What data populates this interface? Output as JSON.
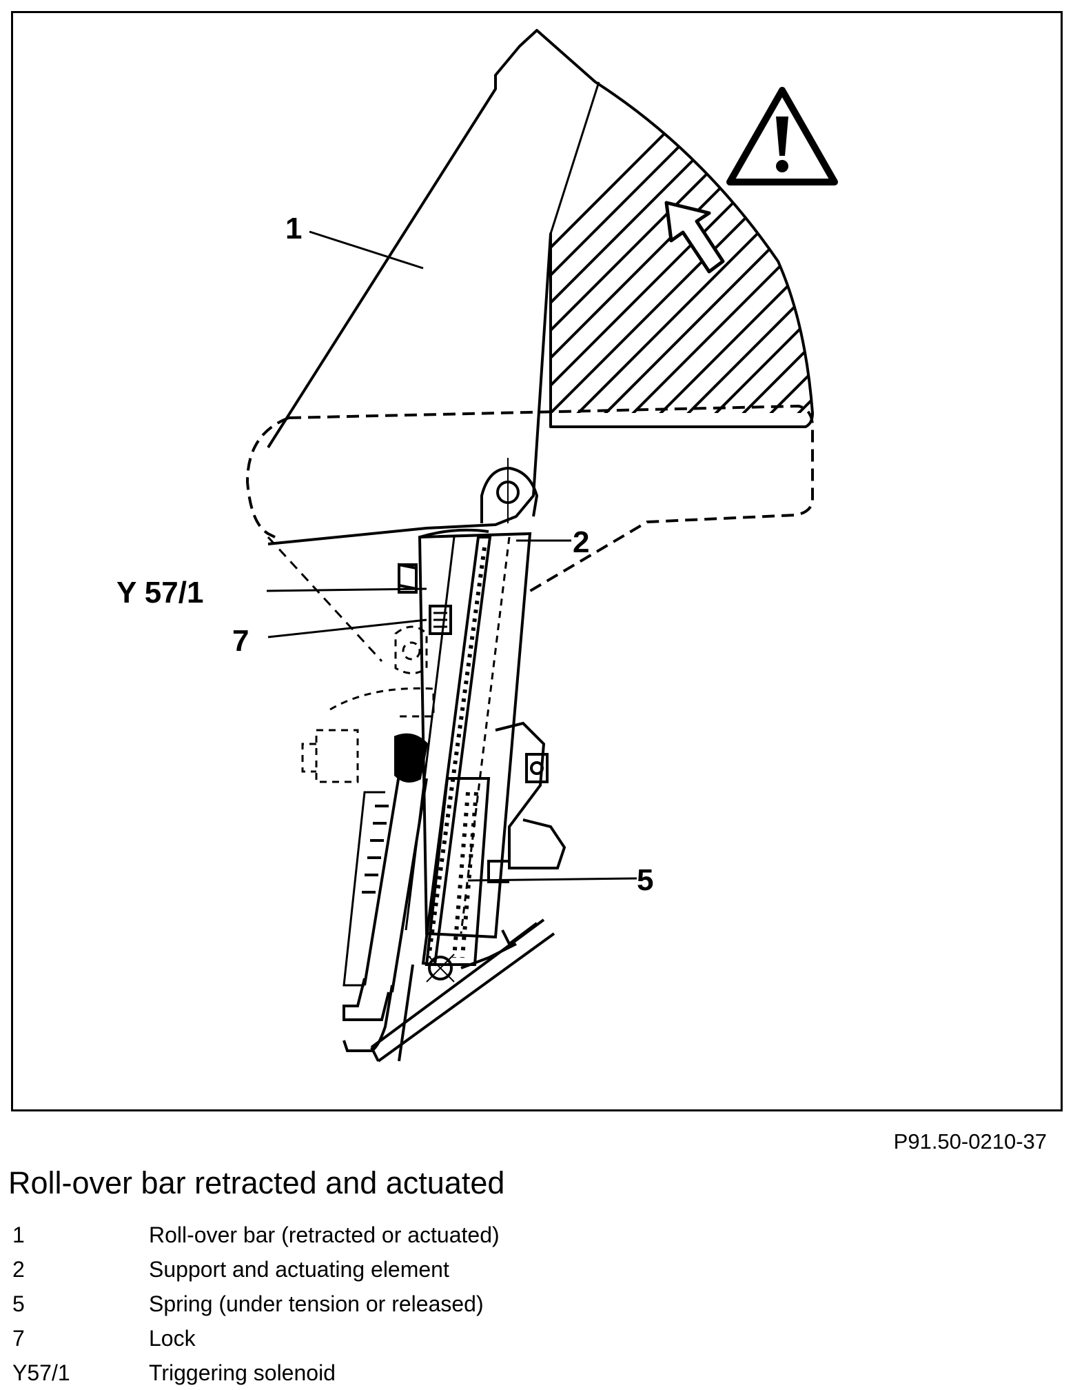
{
  "diagram": {
    "callouts": [
      {
        "id": "c1",
        "text": "1"
      },
      {
        "id": "c2",
        "text": "2"
      },
      {
        "id": "c3",
        "text": "Y 57/1"
      },
      {
        "id": "c4",
        "text": "7"
      },
      {
        "id": "c5",
        "text": "5"
      }
    ],
    "icons": [
      "warning-triangle-icon",
      "direction-arrow-icon"
    ],
    "line_color": "#000000",
    "hatch_color": "#000000"
  },
  "figure_id": "P91.50-0210-37",
  "caption": "Roll-over bar retracted and actuated",
  "legend": [
    {
      "key": "1",
      "desc": "Roll-over bar (retracted or actuated)"
    },
    {
      "key": "2",
      "desc": "Support and actuating element"
    },
    {
      "key": "5",
      "desc": "Spring (under tension or released)"
    },
    {
      "key": "7",
      "desc": "Lock"
    },
    {
      "key": "Y57/1",
      "desc": "Triggering solenoid"
    }
  ]
}
